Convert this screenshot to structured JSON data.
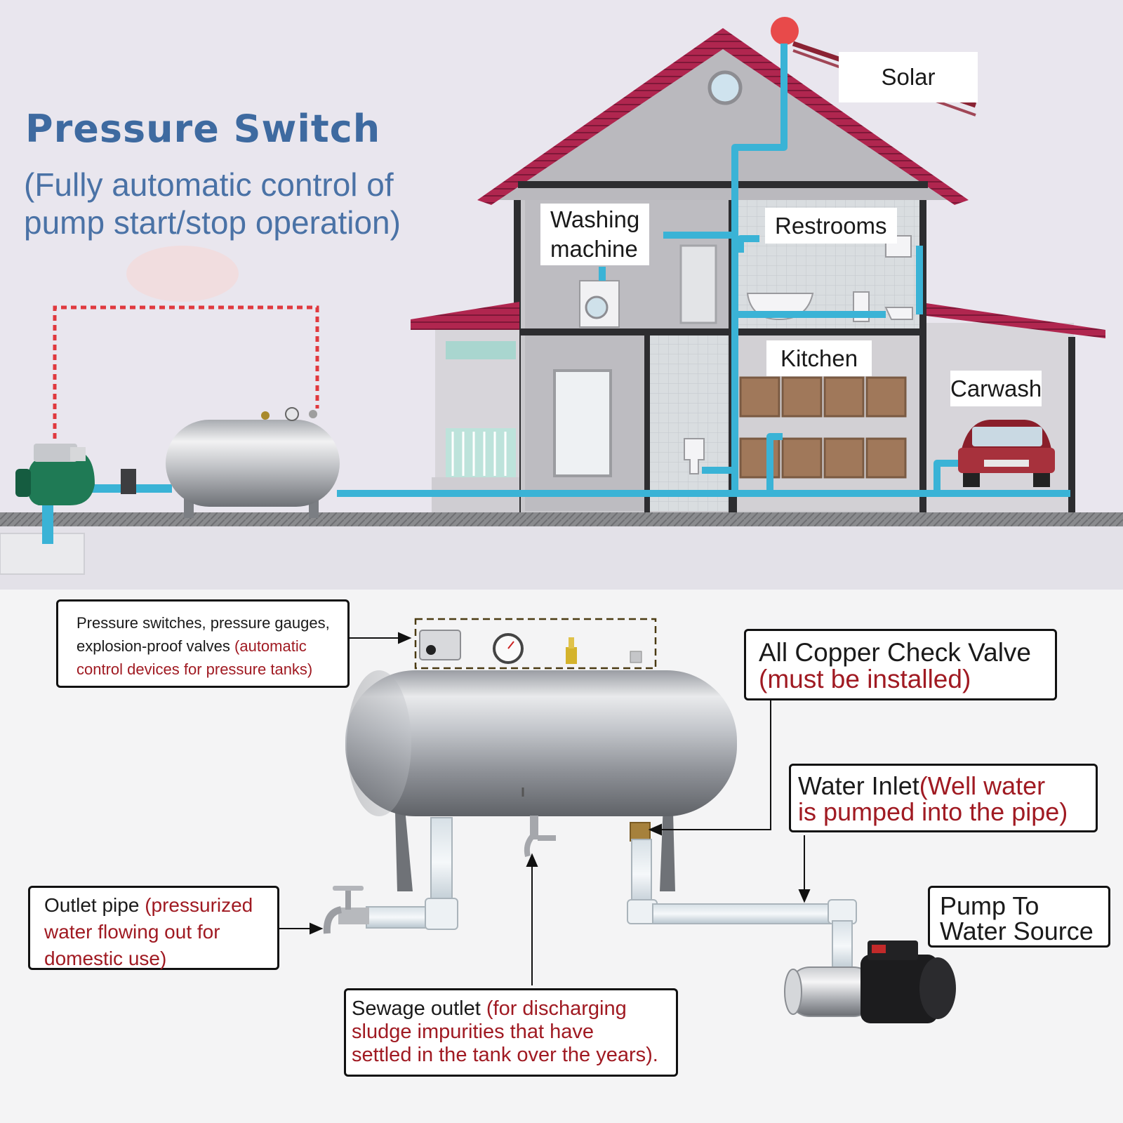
{
  "header": {
    "title": "Pressure Switch",
    "subtitle_line1": "(Fully automatic control of",
    "subtitle_line2": "pump start/stop operation)"
  },
  "house_labels": {
    "solar": "Solar",
    "washing_line1": "Washing",
    "washing_line2": "machine",
    "restrooms": "Restrooms",
    "kitchen": "Kitchen",
    "carwash": "Carwash"
  },
  "callouts": {
    "devices": {
      "line1": "Pressure switches, pressure gauges,",
      "line2_black": "explosion-proof valves ",
      "line2_red": "(automatic",
      "line3_red": "control devices for pressure tanks)"
    },
    "check_valve": {
      "line1": "All Copper Check Valve",
      "line2_red": "(must be installed)"
    },
    "water_inlet": {
      "line1_black": "Water Inlet",
      "line1_red": "(Well water",
      "line2_red": "is pumped into the pipe)"
    },
    "pump": {
      "line1": "Pump To",
      "line2": "Water Source"
    },
    "outlet": {
      "line1_black": "Outlet pipe ",
      "line1_red": "(pressurized",
      "line2_red": "water flowing out for",
      "line3_red": "domestic use)"
    },
    "sewage": {
      "line1_black": "Sewage outlet ",
      "line1_red": "(for discharging",
      "line2_red": "sludge impurities that have",
      "line3_red": "settled in the tank over the years)."
    }
  },
  "colors": {
    "pipe": "#3ab3d6",
    "roof": "#b0264f",
    "title": "#3e6aa0",
    "callout_red": "#a01a22",
    "top_background": "#e9e6ee"
  }
}
